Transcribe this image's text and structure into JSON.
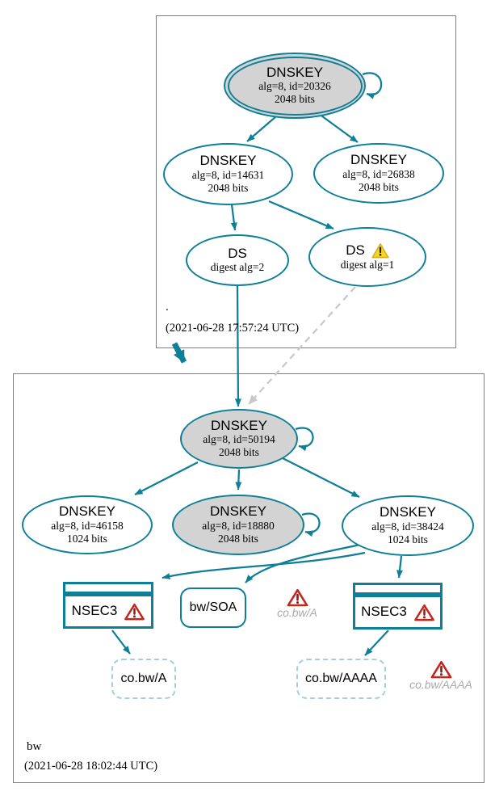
{
  "palette": {
    "teal": "#0e7f96",
    "gray_fill": "#d3d3d3",
    "cluster_border": "#808080",
    "dashed_blue": "#a5cede",
    "muted_text": "#a9a9a9",
    "edge_dashed": "#c8c8c8",
    "warn_red": "#c4261d",
    "warn_yellow": "#fad619"
  },
  "clusters": {
    "root": {
      "label": ".",
      "timestamp": "(2021-06-28 17:57:24 UTC)"
    },
    "bw": {
      "label": "bw",
      "timestamp": "(2021-06-28 18:02:44 UTC)"
    }
  },
  "nodes": {
    "ksk_20326": {
      "title": "DNSKEY",
      "detail": "alg=8, id=20326",
      "bits": "2048 bits"
    },
    "key_14631": {
      "title": "DNSKEY",
      "detail": "alg=8, id=14631",
      "bits": "2048 bits"
    },
    "key_26838": {
      "title": "DNSKEY",
      "detail": "alg=8, id=26838",
      "bits": "2048 bits"
    },
    "ds_alg2": {
      "title": "DS",
      "detail": "digest alg=2"
    },
    "ds_alg1": {
      "title": "DS",
      "detail": "digest alg=1"
    },
    "ksk_50194": {
      "title": "DNSKEY",
      "detail": "alg=8, id=50194",
      "bits": "2048 bits"
    },
    "key_46158": {
      "title": "DNSKEY",
      "detail": "alg=8, id=46158",
      "bits": "1024 bits"
    },
    "key_18880": {
      "title": "DNSKEY",
      "detail": "alg=8, id=18880",
      "bits": "2048 bits"
    },
    "key_38424": {
      "title": "DNSKEY",
      "detail": "alg=8, id=38424",
      "bits": "1024 bits"
    },
    "nsec3_left": {
      "title": "NSEC3"
    },
    "nsec3_right": {
      "title": "NSEC3"
    },
    "bw_soa": {
      "label": "bw/SOA"
    },
    "cobw_a": {
      "label": "co.bw/A"
    },
    "cobw_aaaa": {
      "label": "co.bw/AAAA"
    },
    "warn_cobw_a": {
      "label": "co.bw/A"
    },
    "warn_cobw_aaaa": {
      "label": "co.bw/AAAA"
    }
  }
}
